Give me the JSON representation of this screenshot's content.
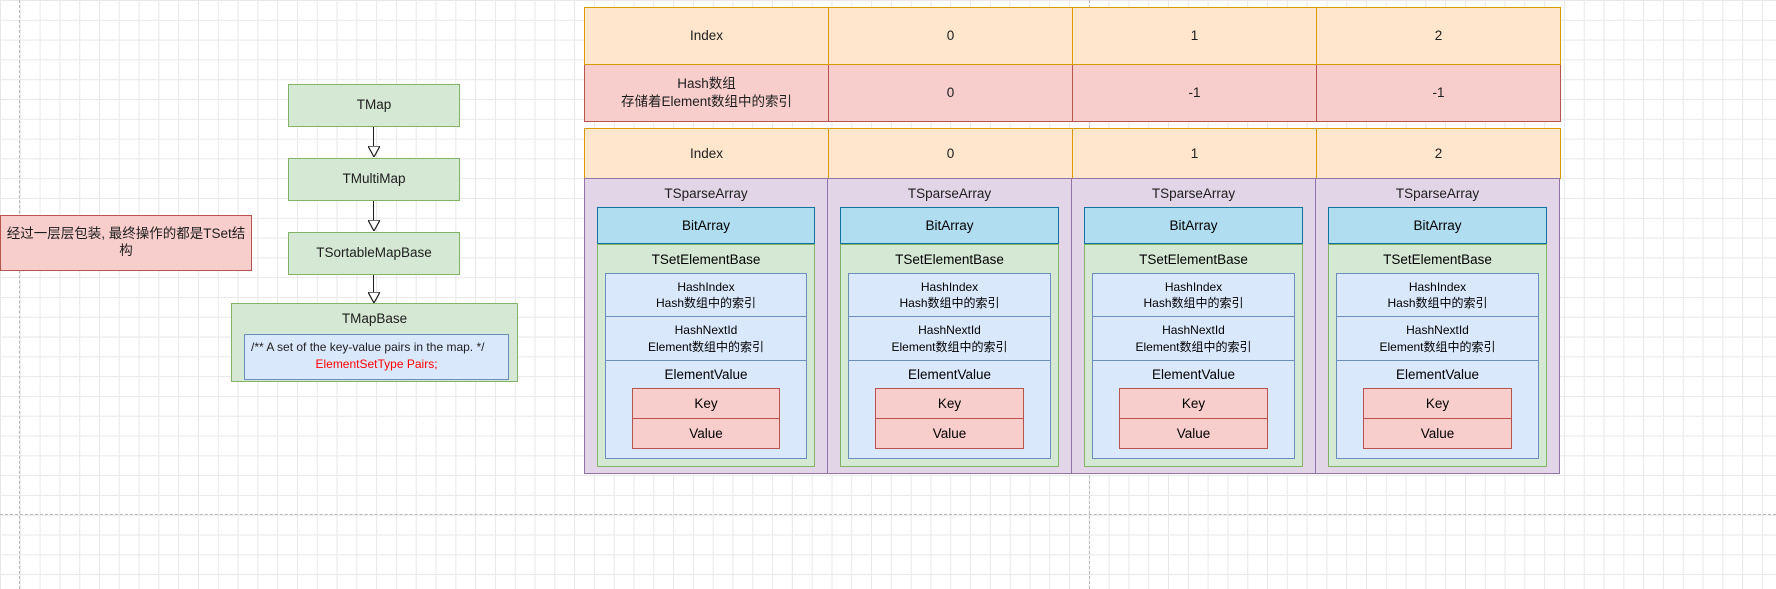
{
  "note": {
    "text": "经过一层层包装, 最终操作的都是TSet结构"
  },
  "hierarchy": {
    "nodes": [
      {
        "label": "TMap"
      },
      {
        "label": "TMultiMap"
      },
      {
        "label": "TSortableMapBase"
      },
      {
        "label": "TMapBase"
      }
    ],
    "code": {
      "comment": "/** A set of the key-value pairs in the map. */",
      "declaration": "ElementSetType Pairs;"
    }
  },
  "hash_table": {
    "index_label": "Index",
    "hash_label_line1": "Hash数组",
    "hash_label_line2": "存储着Element数组中的索引",
    "indices": [
      "0",
      "1",
      "2"
    ],
    "values": [
      "0",
      "-1",
      "-1"
    ]
  },
  "sparse_table": {
    "index_label": "Index",
    "indices": [
      "0",
      "1",
      "2"
    ],
    "columns": [
      {
        "sparse_array_label": "TSparseArray",
        "bit_array_label": "BitArray",
        "set_element_label": "TSetElementBase",
        "hash_index_name": "HashIndex",
        "hash_index_desc": "Hash数组中的索引",
        "hash_next_name": "HashNextId",
        "hash_next_desc": "Element数组中的索引",
        "element_value_label": "ElementValue",
        "key_label": "Key",
        "value_label": "Value"
      },
      {
        "sparse_array_label": "TSparseArray",
        "bit_array_label": "BitArray",
        "set_element_label": "TSetElementBase",
        "hash_index_name": "HashIndex",
        "hash_index_desc": "Hash数组中的索引",
        "hash_next_name": "HashNextId",
        "hash_next_desc": "Element数组中的索引",
        "element_value_label": "ElementValue",
        "key_label": "Key",
        "value_label": "Value"
      },
      {
        "sparse_array_label": "TSparseArray",
        "bit_array_label": "BitArray",
        "set_element_label": "TSetElementBase",
        "hash_index_name": "HashIndex",
        "hash_index_desc": "Hash数组中的索引",
        "hash_next_name": "HashNextId",
        "hash_next_desc": "Element数组中的索引",
        "element_value_label": "ElementValue",
        "key_label": "Key",
        "value_label": "Value"
      },
      {
        "sparse_array_label": "TSparseArray",
        "bit_array_label": "BitArray",
        "set_element_label": "TSetElementBase",
        "hash_index_name": "HashIndex",
        "hash_index_desc": "Hash数组中的索引",
        "hash_next_name": "HashNextId",
        "hash_next_desc": "Element数组中的索引",
        "element_value_label": "ElementValue",
        "key_label": "Key",
        "value_label": "Value"
      }
    ]
  },
  "colors": {
    "green_fill": "#d5e8d4",
    "green_stroke": "#82b366",
    "red_fill": "#f8cecc",
    "red_stroke": "#b85450",
    "blue_fill": "#dae8fc",
    "blue_stroke": "#6c8ebf",
    "cyan_fill": "#b1ddf0",
    "cyan_stroke": "#10739e",
    "purple_fill": "#e1d5e7",
    "purple_stroke": "#9673a6",
    "orange_fill": "#ffe6cc",
    "orange_stroke": "#d79b00",
    "code_accent": "#ff0000"
  }
}
